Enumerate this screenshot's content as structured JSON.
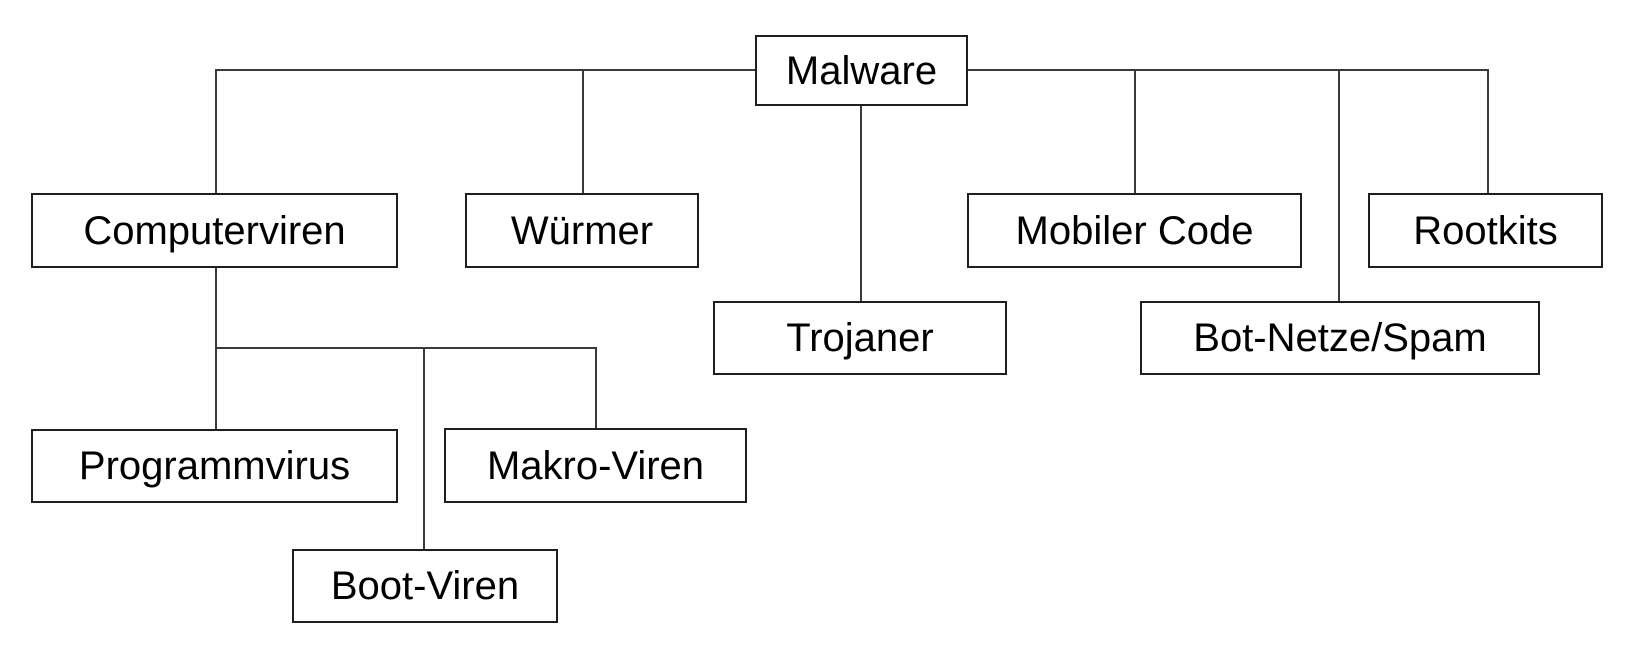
{
  "diagram": {
    "type": "tree",
    "root": "Malware",
    "nodes": {
      "malware": {
        "label": "Malware",
        "parent": null
      },
      "computerviren": {
        "label": "Computerviren",
        "parent": "Malware"
      },
      "wuermer": {
        "label": "Würmer",
        "parent": "Malware"
      },
      "trojaner": {
        "label": "Trojaner",
        "parent": "Malware"
      },
      "mobiler_code": {
        "label": "Mobiler Code",
        "parent": "Malware"
      },
      "bot_netze": {
        "label": "Bot-Netze/Spam",
        "parent": "Malware"
      },
      "rootkits": {
        "label": "Rootkits",
        "parent": "Malware"
      },
      "programmvirus": {
        "label": "Programmvirus",
        "parent": "Computerviren"
      },
      "makro_viren": {
        "label": "Makro-Viren",
        "parent": "Computerviren"
      },
      "boot_viren": {
        "label": "Boot-Viren",
        "parent": "Computerviren"
      }
    },
    "colors": {
      "background": "#ffffff",
      "box_border": "#1f1f1f",
      "connector_line": "#3a3a3a",
      "text": "#000000"
    }
  }
}
